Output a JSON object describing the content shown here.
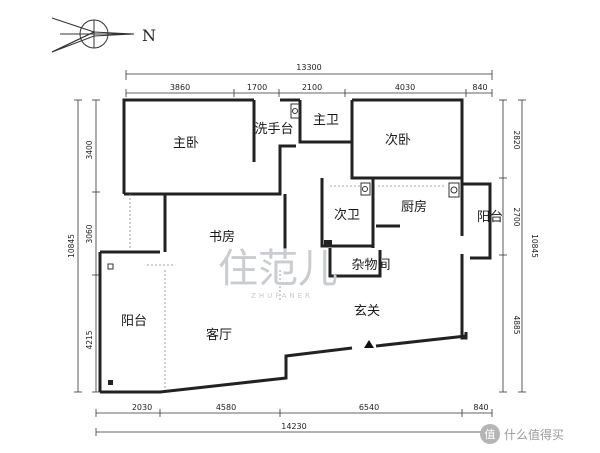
{
  "compass": {
    "north_label": "N"
  },
  "rooms": {
    "master_bedroom": "主卧",
    "washbasin": "洗手台",
    "master_bath": "主卫",
    "second_bedroom": "次卧",
    "study": "书房",
    "second_bath": "次卫",
    "kitchen": "厨房",
    "balcony_right": "阳台",
    "storage": "杂物间",
    "balcony_left": "阳台",
    "living_room": "客厅",
    "entrance": "玄关"
  },
  "dimensions": {
    "top_total": "13300",
    "top_segments": [
      "3860",
      "1700",
      "2100",
      "4030",
      "840"
    ],
    "bottom_total": "14230",
    "bottom_segments": [
      "2030",
      "4580",
      "6540",
      "840"
    ],
    "left_total": "10845",
    "left_segments": [
      "3400",
      "3060",
      "4215"
    ],
    "right_total": "10845",
    "right_segments": [
      "2820",
      "2700",
      "4885"
    ]
  },
  "watermark": {
    "main": "住范儿",
    "sub": "ZHUFANER"
  },
  "brand_footer": {
    "glyph": "值",
    "text": "什么值得买"
  }
}
